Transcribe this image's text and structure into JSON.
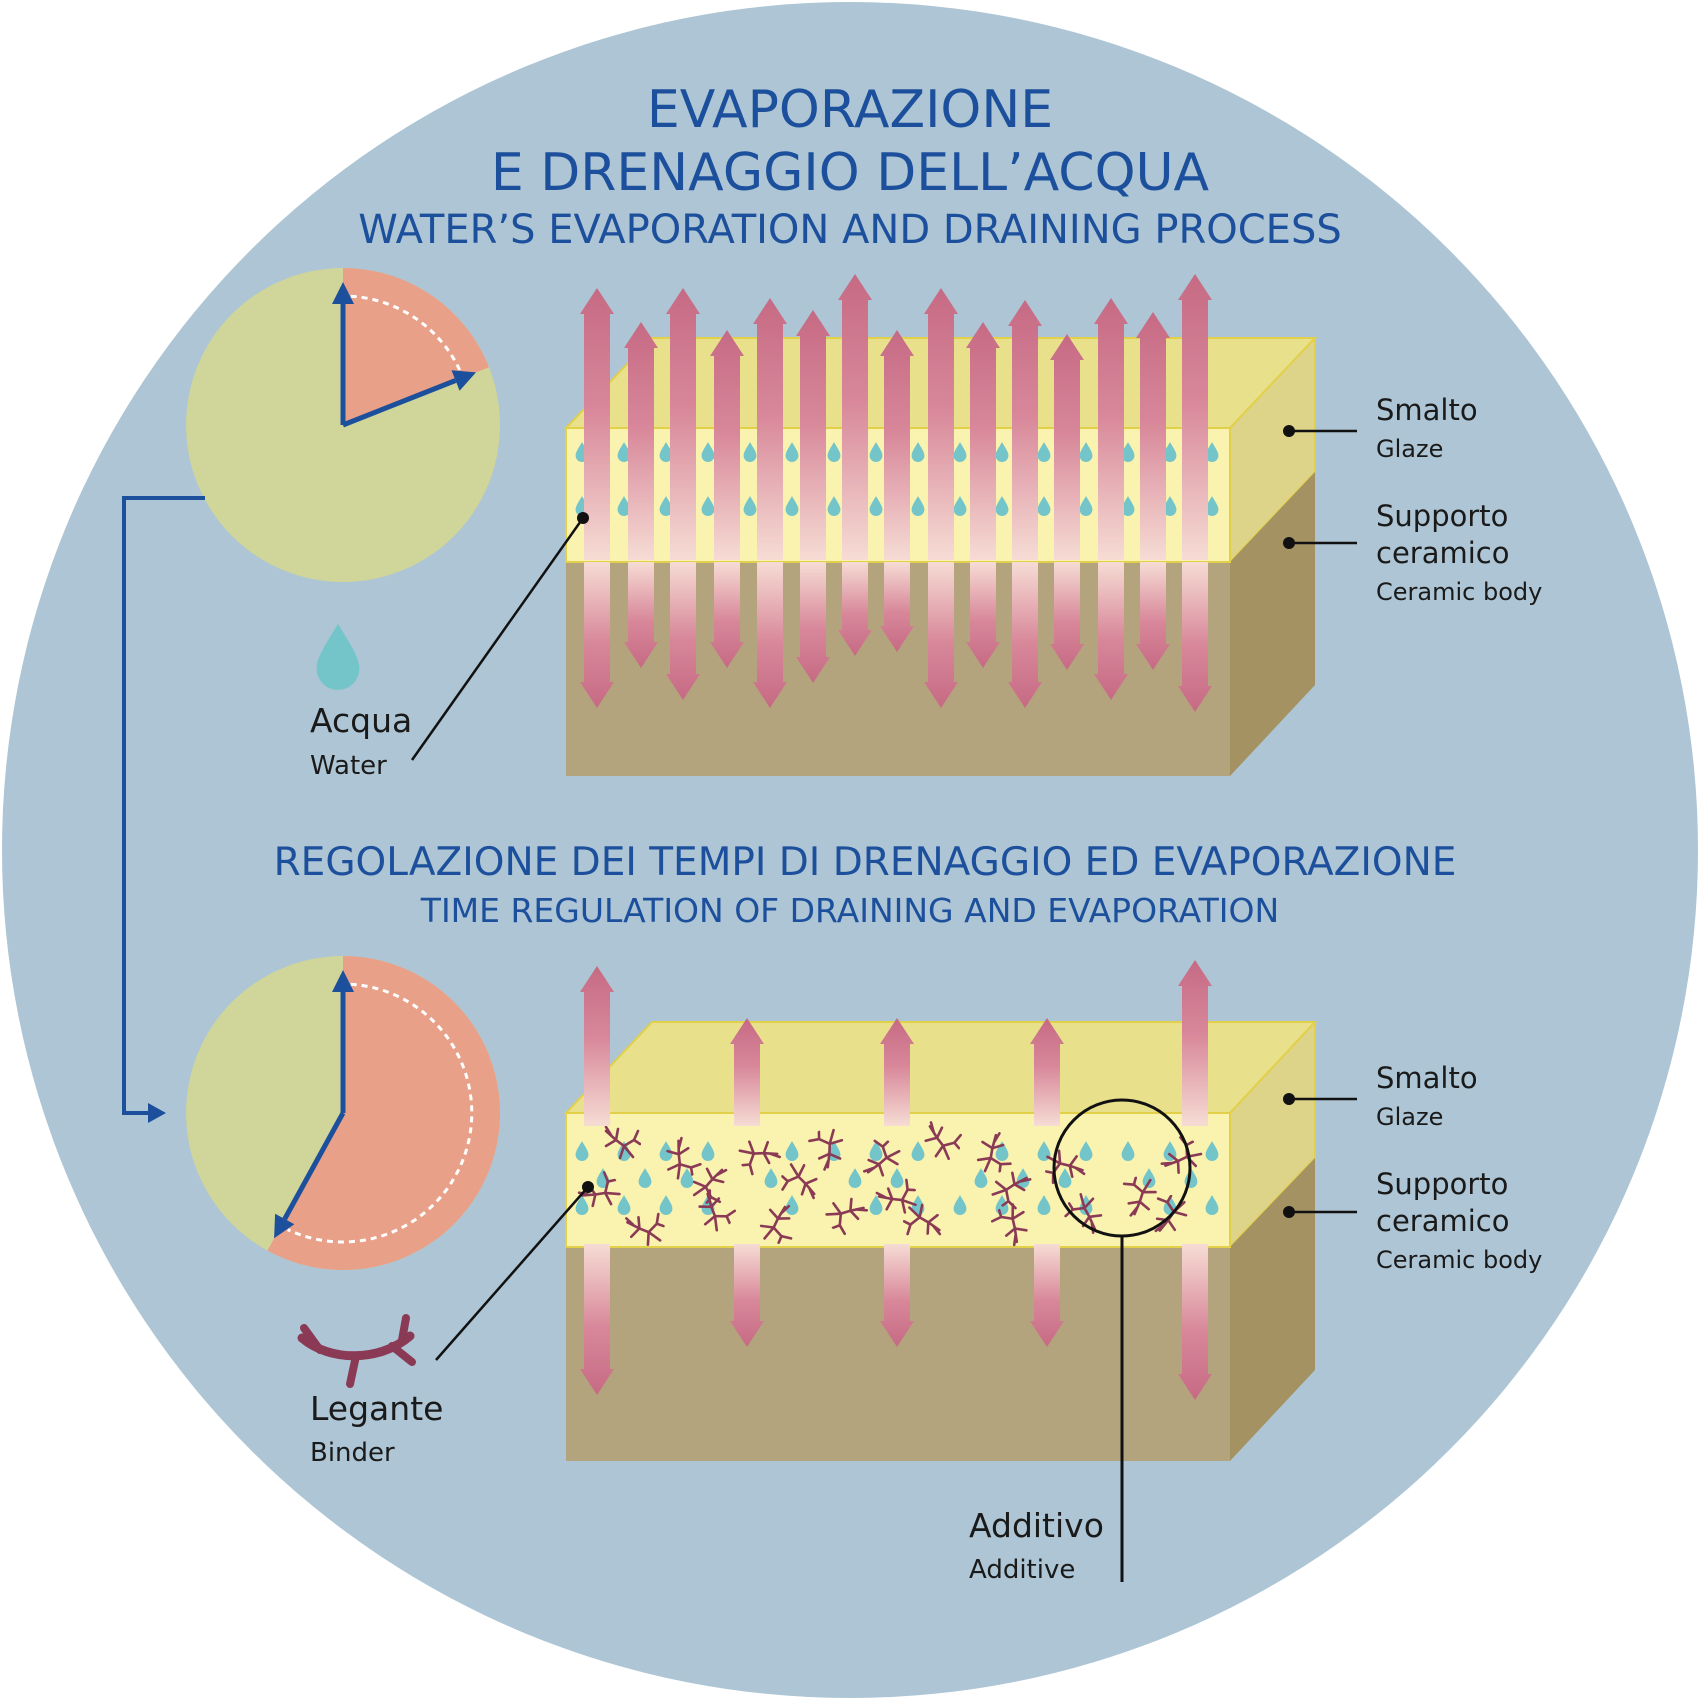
{
  "title": {
    "it_line1": "EVAPORAZIONE",
    "it_line2": "E DRENAGGIO DELL’ACQUA",
    "en": "WATER’S EVAPORATION AND DRAINING PROCESS"
  },
  "subtitle": {
    "it": "REGOLAZIONE DEI TEMPI DI DRENAGGIO  ED EVAPORAZIONE",
    "en": "TIME REGULATION OF DRAINING AND EVAPORATION"
  },
  "labels": {
    "glaze_it": "Smalto",
    "glaze_en": "Glaze",
    "body_it_1": "Supporto",
    "body_it_2": "ceramico",
    "body_en": "Ceramic body",
    "water_it": "Acqua",
    "water_en": "Water",
    "binder_it": "Legante",
    "binder_en": "Binder",
    "additive_it": "Additivo",
    "additive_en": "Additive"
  },
  "clocks": {
    "fast_sector_fraction": 0.19,
    "slow_sector_fraction": 0.58
  },
  "colors": {
    "background_circle": "#adc5d4",
    "clock_face": "#d0d59a",
    "clock_sector": "#e9a088",
    "hand": "#1c4f9c",
    "glaze_top": "#e8e08a",
    "glaze_front": "#faf3b0",
    "glaze_side": "#ddd48a",
    "body_front": "#b4a47e",
    "body_side": "#a59262",
    "arrow": "#c97088",
    "water_drop": "#74c5c9",
    "binder": "#8a3a55",
    "title": "#1c4f9c"
  }
}
